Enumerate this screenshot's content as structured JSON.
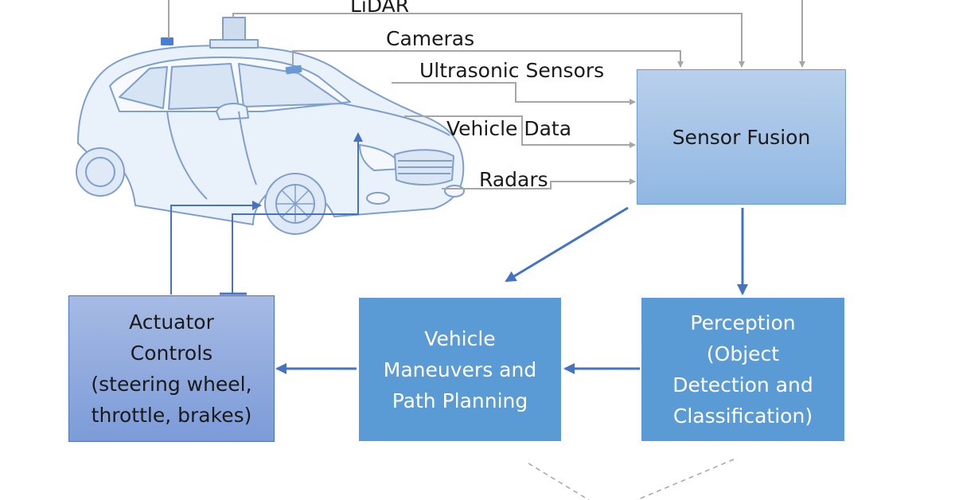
{
  "sensors": {
    "lidar": "LiDAR",
    "cameras": "Cameras",
    "ultrasonic": "Ultrasonic Sensors",
    "vehicle_data": "Vehicle Data",
    "radars": "Radars"
  },
  "boxes": {
    "sensor_fusion": [
      "Sensor Fusion"
    ],
    "perception": [
      "Perception",
      "(Object",
      "Detection and",
      "Classification)"
    ],
    "planning": [
      "Vehicle",
      "Maneuvers and",
      "Path Planning"
    ],
    "actuator": [
      "Actuator",
      "Controls",
      "(steering wheel,",
      "throttle, brakes)"
    ]
  },
  "colors": {
    "sensor_line": "#a6a6a6",
    "flow_arrow": "#4472c4",
    "box_fill": "#5b9bd5",
    "car_outline": "#7f9fcc"
  },
  "icons": {
    "car": "car-illustration"
  }
}
